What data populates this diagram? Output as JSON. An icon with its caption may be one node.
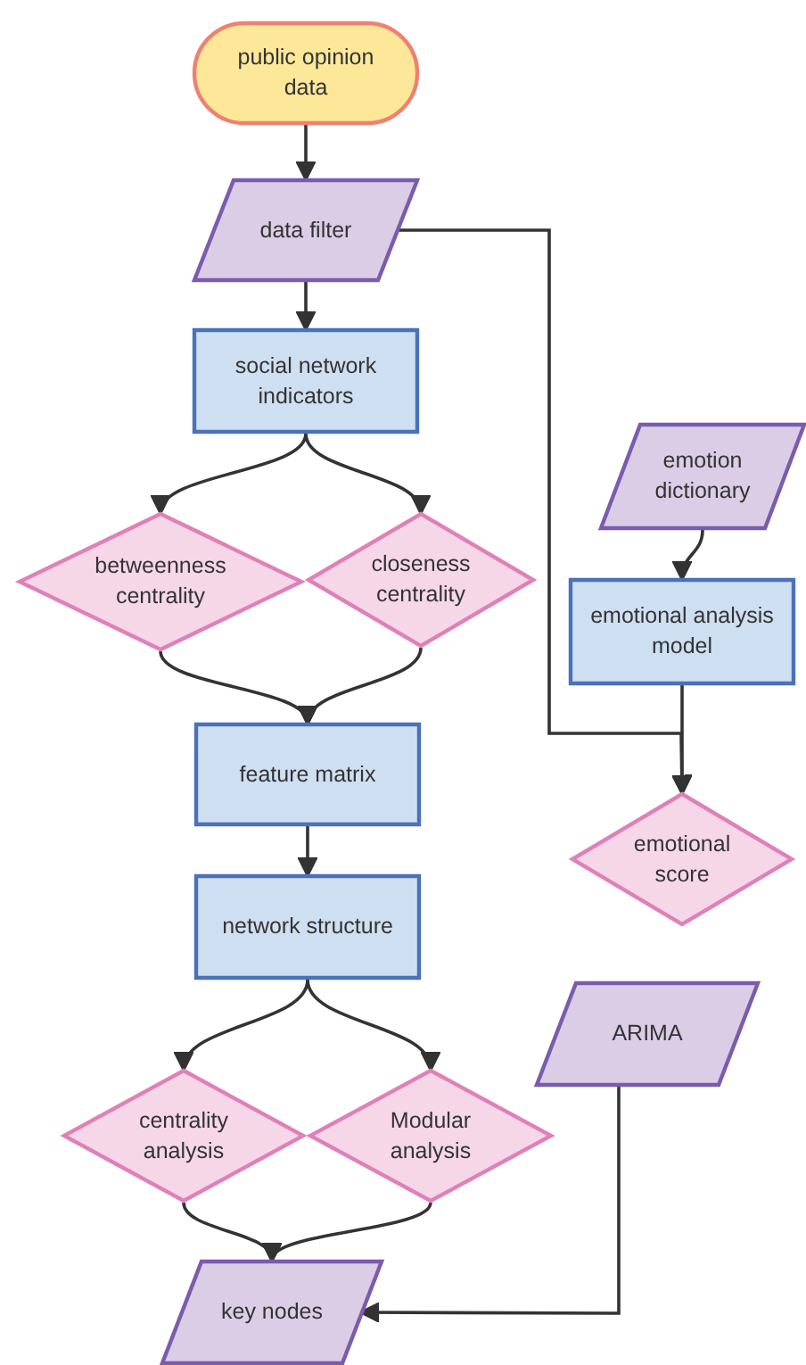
{
  "diagram": {
    "nodes": [
      {
        "text": [
          "public opinion data"
        ]
      },
      {
        "text": [
          "data filter"
        ]
      },
      {
        "text": [
          "social network indicators"
        ]
      },
      {
        "text": [
          "emotion dictionary"
        ]
      },
      {
        "text": [
          "betweenness centrality"
        ]
      },
      {
        "text": [
          "closeness centrality"
        ]
      },
      {
        "text": [
          "emotional analysis model"
        ]
      },
      {
        "text": [
          "feature matrix"
        ]
      },
      {
        "text": [
          "emotional score"
        ]
      },
      {
        "text": [
          "network structure"
        ]
      },
      {
        "text": [
          "ARIMA"
        ]
      },
      {
        "text": [
          "centrality analysis"
        ]
      },
      {
        "text": [
          "Modular analysis"
        ]
      },
      {
        "text": [
          "key nodes"
        ]
      }
    ],
    "edges": [
      {
        "from": 0,
        "to": 1,
        "arrow": "to"
      },
      {
        "from": 1,
        "to": 2,
        "arrow": "to"
      },
      {
        "from": 1,
        "to": 8,
        "arrow": "to"
      },
      {
        "from": 2,
        "to": 4,
        "arrow": "to"
      },
      {
        "from": 2,
        "to": 5,
        "arrow": "to"
      },
      {
        "from": 3,
        "to": 6,
        "arrow": "to"
      },
      {
        "from": 4,
        "to": 7,
        "arrow": "to"
      },
      {
        "from": 5,
        "to": 7,
        "arrow": "to"
      },
      {
        "from": 6,
        "to": 8,
        "arrow": "to"
      },
      {
        "from": 7,
        "to": 9,
        "arrow": "to"
      },
      {
        "from": 9,
        "to": 11,
        "arrow": "to"
      },
      {
        "from": 9,
        "to": 12,
        "arrow": "to"
      },
      {
        "from": 11,
        "to": 13,
        "arrow": "to"
      },
      {
        "from": 12,
        "to": 13,
        "arrow": "to"
      },
      {
        "from": 10,
        "to": 13,
        "arrow": "to"
      }
    ]
  }
}
